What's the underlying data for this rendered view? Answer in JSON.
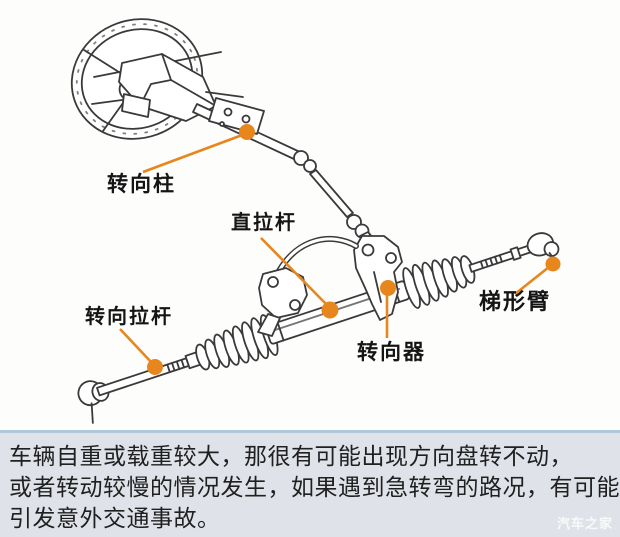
{
  "diagram": {
    "accent_color": "#e8861e",
    "line_color": "#3a3a3a",
    "labels": [
      {
        "id": "steering-column",
        "text": "转向柱"
      },
      {
        "id": "drag-link",
        "text": "直拉杆"
      },
      {
        "id": "steering-tie-rod",
        "text": "转向拉杆"
      },
      {
        "id": "steering-gear",
        "text": "转向器"
      },
      {
        "id": "trapezoid-arm",
        "text": "梯形臂"
      }
    ]
  },
  "caption": {
    "background_color": "#dfe3e9",
    "divider_color": "#b0c8da",
    "lines": [
      "车辆自重或载重较大，那很有可能出现方向盘转不动，",
      "或者转动较慢的情况发生，如果遇到急转弯的路况，有可能",
      "引发意外交通事故。"
    ],
    "watermark": "汽车之家"
  }
}
